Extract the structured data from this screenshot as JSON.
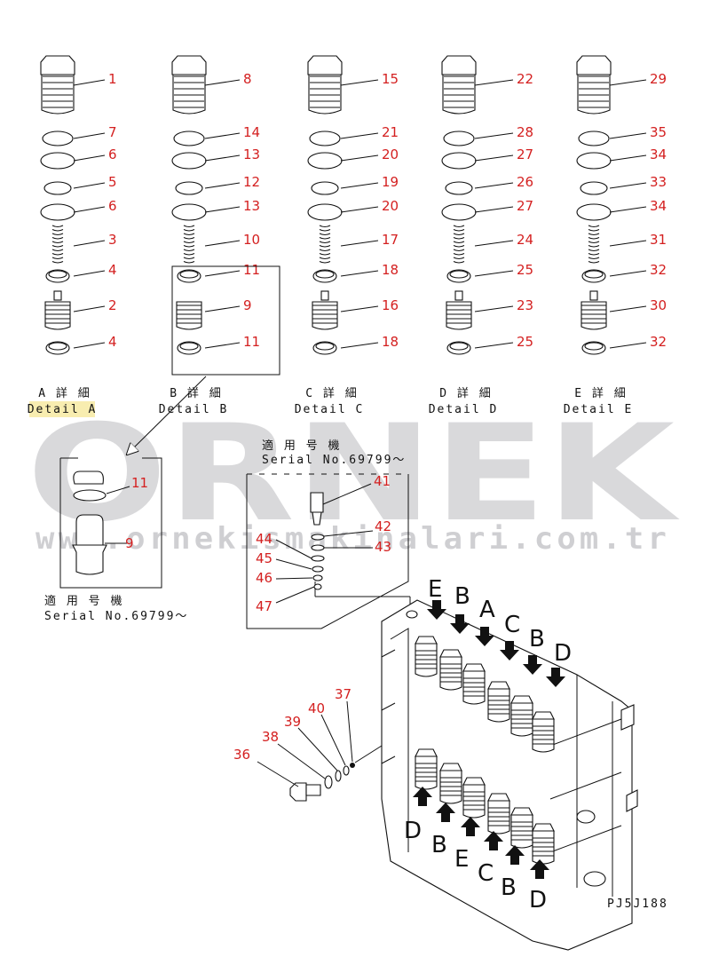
{
  "watermark": {
    "brand": "ORNEK",
    "site": "www.ornekismakinalari.com.tr"
  },
  "columns": [
    {
      "id": "A",
      "parts": [
        "1",
        "7",
        "6",
        "5",
        "6",
        "3",
        "4",
        "2",
        "4"
      ],
      "label_jp": "A 詳 細",
      "label_en": "Detail A"
    },
    {
      "id": "B",
      "parts": [
        "8",
        "14",
        "13",
        "12",
        "13",
        "10",
        "11",
        "9",
        "11"
      ],
      "label_jp": "B 詳 細",
      "label_en": "Detail B"
    },
    {
      "id": "C",
      "parts": [
        "15",
        "21",
        "20",
        "19",
        "20",
        "17",
        "18",
        "16",
        "18"
      ],
      "label_jp": "C 詳 細",
      "label_en": "Detail C"
    },
    {
      "id": "D",
      "parts": [
        "22",
        "28",
        "27",
        "26",
        "27",
        "24",
        "25",
        "23",
        "25"
      ],
      "label_jp": "D 詳 細",
      "label_en": "Detail D"
    },
    {
      "id": "E",
      "parts": [
        "29",
        "35",
        "34",
        "33",
        "34",
        "31",
        "32",
        "30",
        "32"
      ],
      "label_jp": "E 詳 細",
      "label_en": "Detail E"
    }
  ],
  "detail_box": {
    "parts": [
      "11",
      "9"
    ],
    "serial_jp": "適 用 号 機",
    "serial_en": "Serial No.69799～"
  },
  "serial_box": {
    "serial_jp": "適 用 号 機",
    "serial_en": "Serial No.69799～",
    "parts": [
      "41",
      "42",
      "43",
      "44",
      "45",
      "46",
      "47"
    ]
  },
  "plug_parts": [
    "36",
    "38",
    "39",
    "40",
    "37"
  ],
  "valve_letters_top": [
    "E",
    "B",
    "A",
    "C",
    "B",
    "D"
  ],
  "valve_letters_bottom": [
    "D",
    "B",
    "E",
    "C",
    "B",
    "D"
  ],
  "drawing_code": "PJ5J188"
}
